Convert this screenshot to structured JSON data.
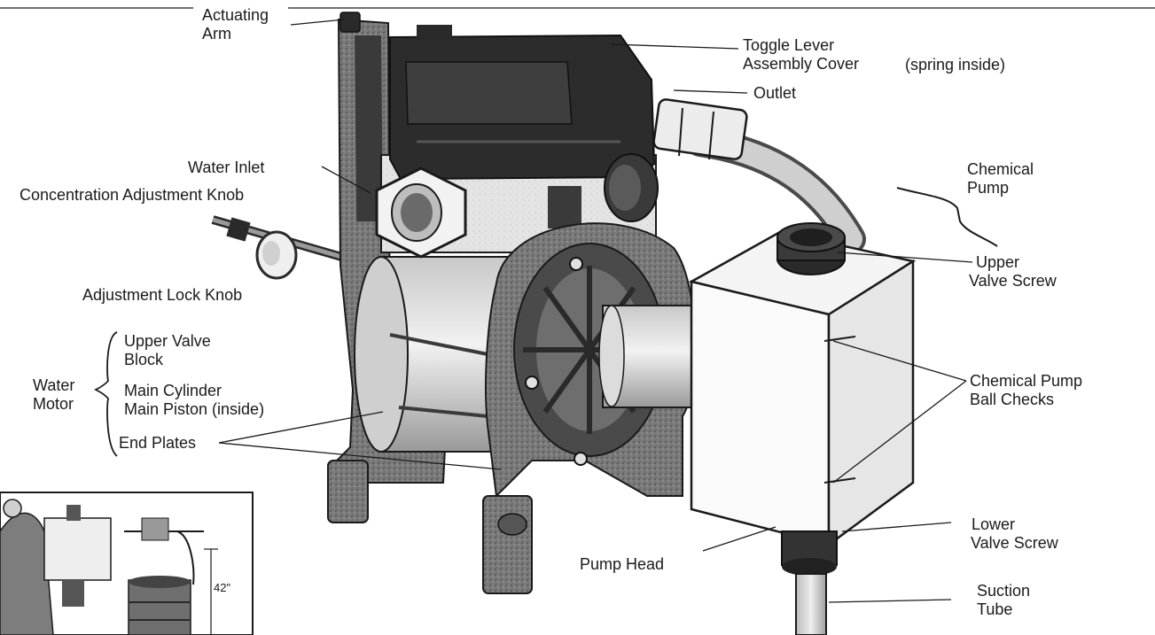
{
  "labels": {
    "actuating_arm": [
      "Actuating",
      "Arm"
    ],
    "toggle_lever_cover": [
      "Toggle Lever",
      "Assembly Cover"
    ],
    "spring_inside": "(spring inside)",
    "outlet": "Outlet",
    "water_inlet": "Water Inlet",
    "concentration_knob": "Concentration Adjustment Knob",
    "chemical_pump": [
      "Chemical",
      "Pump"
    ],
    "upper_valve_screw": [
      "Upper",
      "Valve Screw"
    ],
    "adjustment_lock_knob": "Adjustment Lock Knob",
    "upper_valve_block": [
      "Upper Valve",
      "Block"
    ],
    "water_motor": [
      "Water",
      "Motor"
    ],
    "main_cylinder_piston": [
      "Main Cylinder",
      "Main Piston (inside)"
    ],
    "end_plates": "End Plates",
    "chemical_pump_ball_checks": [
      "Chemical Pump",
      "Ball Checks"
    ],
    "lower_valve_screw": [
      "Lower",
      "Valve Screw"
    ],
    "pump_head": "Pump Head",
    "suction_tube": [
      "Suction",
      "Tube"
    ],
    "inset_dimension": "42\""
  },
  "colors": {
    "ink": "#1a1a1a",
    "dark_body": "#3a3a3a",
    "mid_body": "#8c8c8c",
    "light_body": "#d6d6d6",
    "background": "#ffffff"
  }
}
